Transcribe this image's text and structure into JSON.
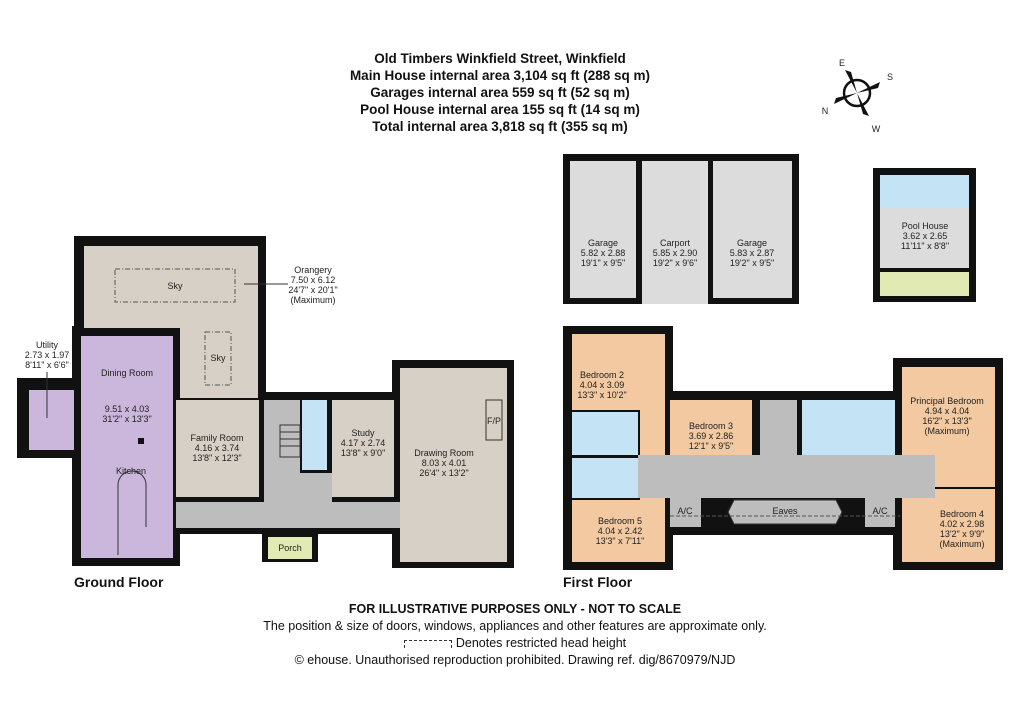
{
  "header": {
    "title": "Old Timbers Winkfield Street, Winkfield",
    "lines": [
      "Main House internal area 3,104 sq ft (288 sq m)",
      "Garages internal area 559 sq ft (52 sq m)",
      "Pool House  internal area 155 sq ft (14 sq m)",
      "Total internal area 3,818 sq ft (355 sq m)"
    ]
  },
  "compass": {
    "n": "N",
    "e": "E",
    "s": "S",
    "w": "W"
  },
  "colors": {
    "reception": "#d7d0c6",
    "kitchen": "#cbb6dc",
    "bathroom": "#c4e3f4",
    "bedroom": "#f2c9a1",
    "circulation": "#bdbdbd",
    "porch": "#e2eab4",
    "garage": "#dcdcdc"
  },
  "ground_floor": {
    "label": "Ground Floor",
    "orangery": {
      "name": "Orangery",
      "dims_m": "7.50 x 6.12",
      "dims_ft": "24'7\" x 20'1\"",
      "note": "(Maximum)"
    },
    "sky_labels": [
      "Sky",
      "Sky"
    ],
    "utility": {
      "name": "Utility",
      "dims_m": "2.73 x 1.97",
      "dims_ft": "8'11\" x 6'6\""
    },
    "dining": {
      "name": "Dining Room",
      "dims_m": "9.51 x 4.03",
      "dims_ft": "31'2\" x 13'3\""
    },
    "kitchen": {
      "name": "Kitchen"
    },
    "family": {
      "name": "Family Room",
      "dims_m": "4.16 x 3.74",
      "dims_ft": "13'8\" x 12'3\""
    },
    "study": {
      "name": "Study",
      "dims_m": "4.17 x 2.74",
      "dims_ft": "13'8\" x 9'0\""
    },
    "drawing": {
      "name": "Drawing Room",
      "dims_m": "8.03 x 4.01",
      "dims_ft": "26'4\" x 13'2\""
    },
    "fireplace": "F/P",
    "porch": "Porch"
  },
  "outbuildings": {
    "garage1": {
      "name": "Garage",
      "dims_m": "5.82 x 2.88",
      "dims_ft": "19'1\" x 9'5\""
    },
    "carport": {
      "name": "Carport",
      "dims_m": "5.85 x 2.90",
      "dims_ft": "19'2\" x 9'6\""
    },
    "garage2": {
      "name": "Garage",
      "dims_m": "5.83 x 2.87",
      "dims_ft": "19'2\" x 9'5\""
    },
    "pool": {
      "name": "Pool House",
      "dims_m": "3.62 x 2.65",
      "dims_ft": "11'11\" x 8'8\""
    }
  },
  "first_floor": {
    "label": "First Floor",
    "bed2": {
      "name": "Bedroom 2",
      "dims_m": "4.04 x 3.09",
      "dims_ft": "13'3\" x 10'2\""
    },
    "bed3": {
      "name": "Bedroom 3",
      "dims_m": "3.69 x 2.86",
      "dims_ft": "12'1\" x 9'5\""
    },
    "bed5": {
      "name": "Bedroom 5",
      "dims_m": "4.04 x 2.42",
      "dims_ft": "13'3\" x 7'11\""
    },
    "principal": {
      "name": "Principal Bedroom",
      "dims_m": "4.94 x 4.04",
      "dims_ft": "16'2\" x 13'3\"",
      "note": "(Maximum)"
    },
    "bed4": {
      "name": "Bedroom 4",
      "dims_m": "4.02 x 2.98",
      "dims_ft": "13'2\" x 9'9\"",
      "note": "(Maximum)"
    },
    "eaves": "Eaves",
    "ac": "A/C"
  },
  "footer": {
    "disclaimer": "FOR ILLUSTRATIVE PURPOSES ONLY - NOT TO SCALE",
    "note": "The position & size of doors, windows, appliances and other features are approximate only.",
    "legend": "Denotes restricted head height",
    "copyright": "© ehouse. Unauthorised reproduction prohibited. Drawing ref. dig/8670979/NJD"
  }
}
